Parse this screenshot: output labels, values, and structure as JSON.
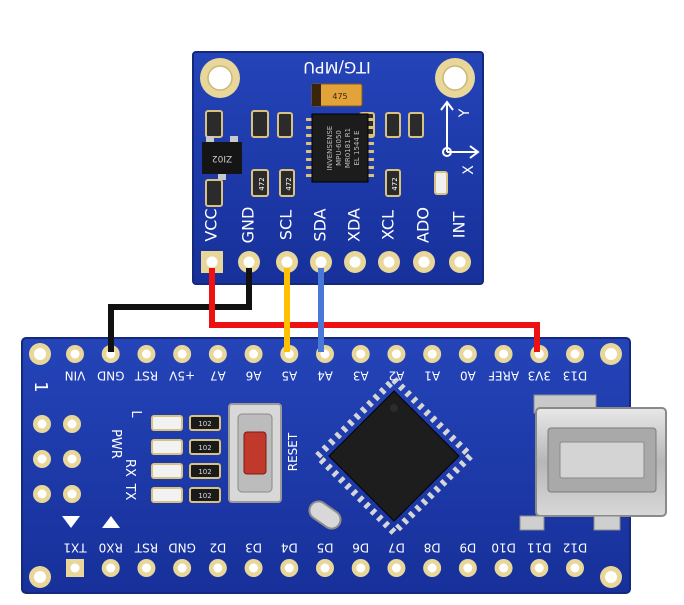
{
  "mpu_module": {
    "title": "ITG/MPU",
    "chip_text": [
      "INVENSENSE",
      "MPU-6050",
      "MR0181 R1",
      "EL 1544 E"
    ],
    "regulator_text": "ZI02",
    "cap_text": "475",
    "resistor_text": [
      "472",
      "472",
      "472"
    ],
    "axis_labels": [
      "Y",
      "X"
    ],
    "pins": [
      "VCC",
      "GND",
      "SCL",
      "SDA",
      "XDA",
      "XCL",
      "ADO",
      "INT"
    ]
  },
  "nano_board": {
    "top_pins": [
      "VIN",
      "GND",
      "RST",
      "+5V",
      "A7",
      "A6",
      "A5",
      "A4",
      "A3",
      "A2",
      "A1",
      "A0",
      "AREF",
      "3V3",
      "D13"
    ],
    "bottom_pins": [
      "TX1",
      "RX0",
      "RST",
      "GND",
      "D2",
      "D3",
      "D4",
      "D5",
      "D6",
      "D7",
      "D8",
      "D9",
      "D10",
      "D11",
      "D12"
    ],
    "pin1_label": "1",
    "led_labels": [
      "L",
      "PWR",
      "RX",
      "TX"
    ],
    "resistor_labels": [
      "102",
      "102",
      "102",
      "102"
    ],
    "reset_label": "RESET"
  },
  "wires": [
    {
      "from": "VCC",
      "to": "3V3",
      "color": "#ee1111"
    },
    {
      "from": "GND",
      "to": "GND",
      "color": "#111111"
    },
    {
      "from": "SCL",
      "to": "A5",
      "color": "#ffc000"
    },
    {
      "from": "SDA",
      "to": "A4",
      "color": "#4a78d8"
    }
  ],
  "colors": {
    "pcb": "#1b37a8",
    "pcb_edge": "#14287c",
    "pad": "#e9d79a",
    "silk": "#ffffff"
  }
}
